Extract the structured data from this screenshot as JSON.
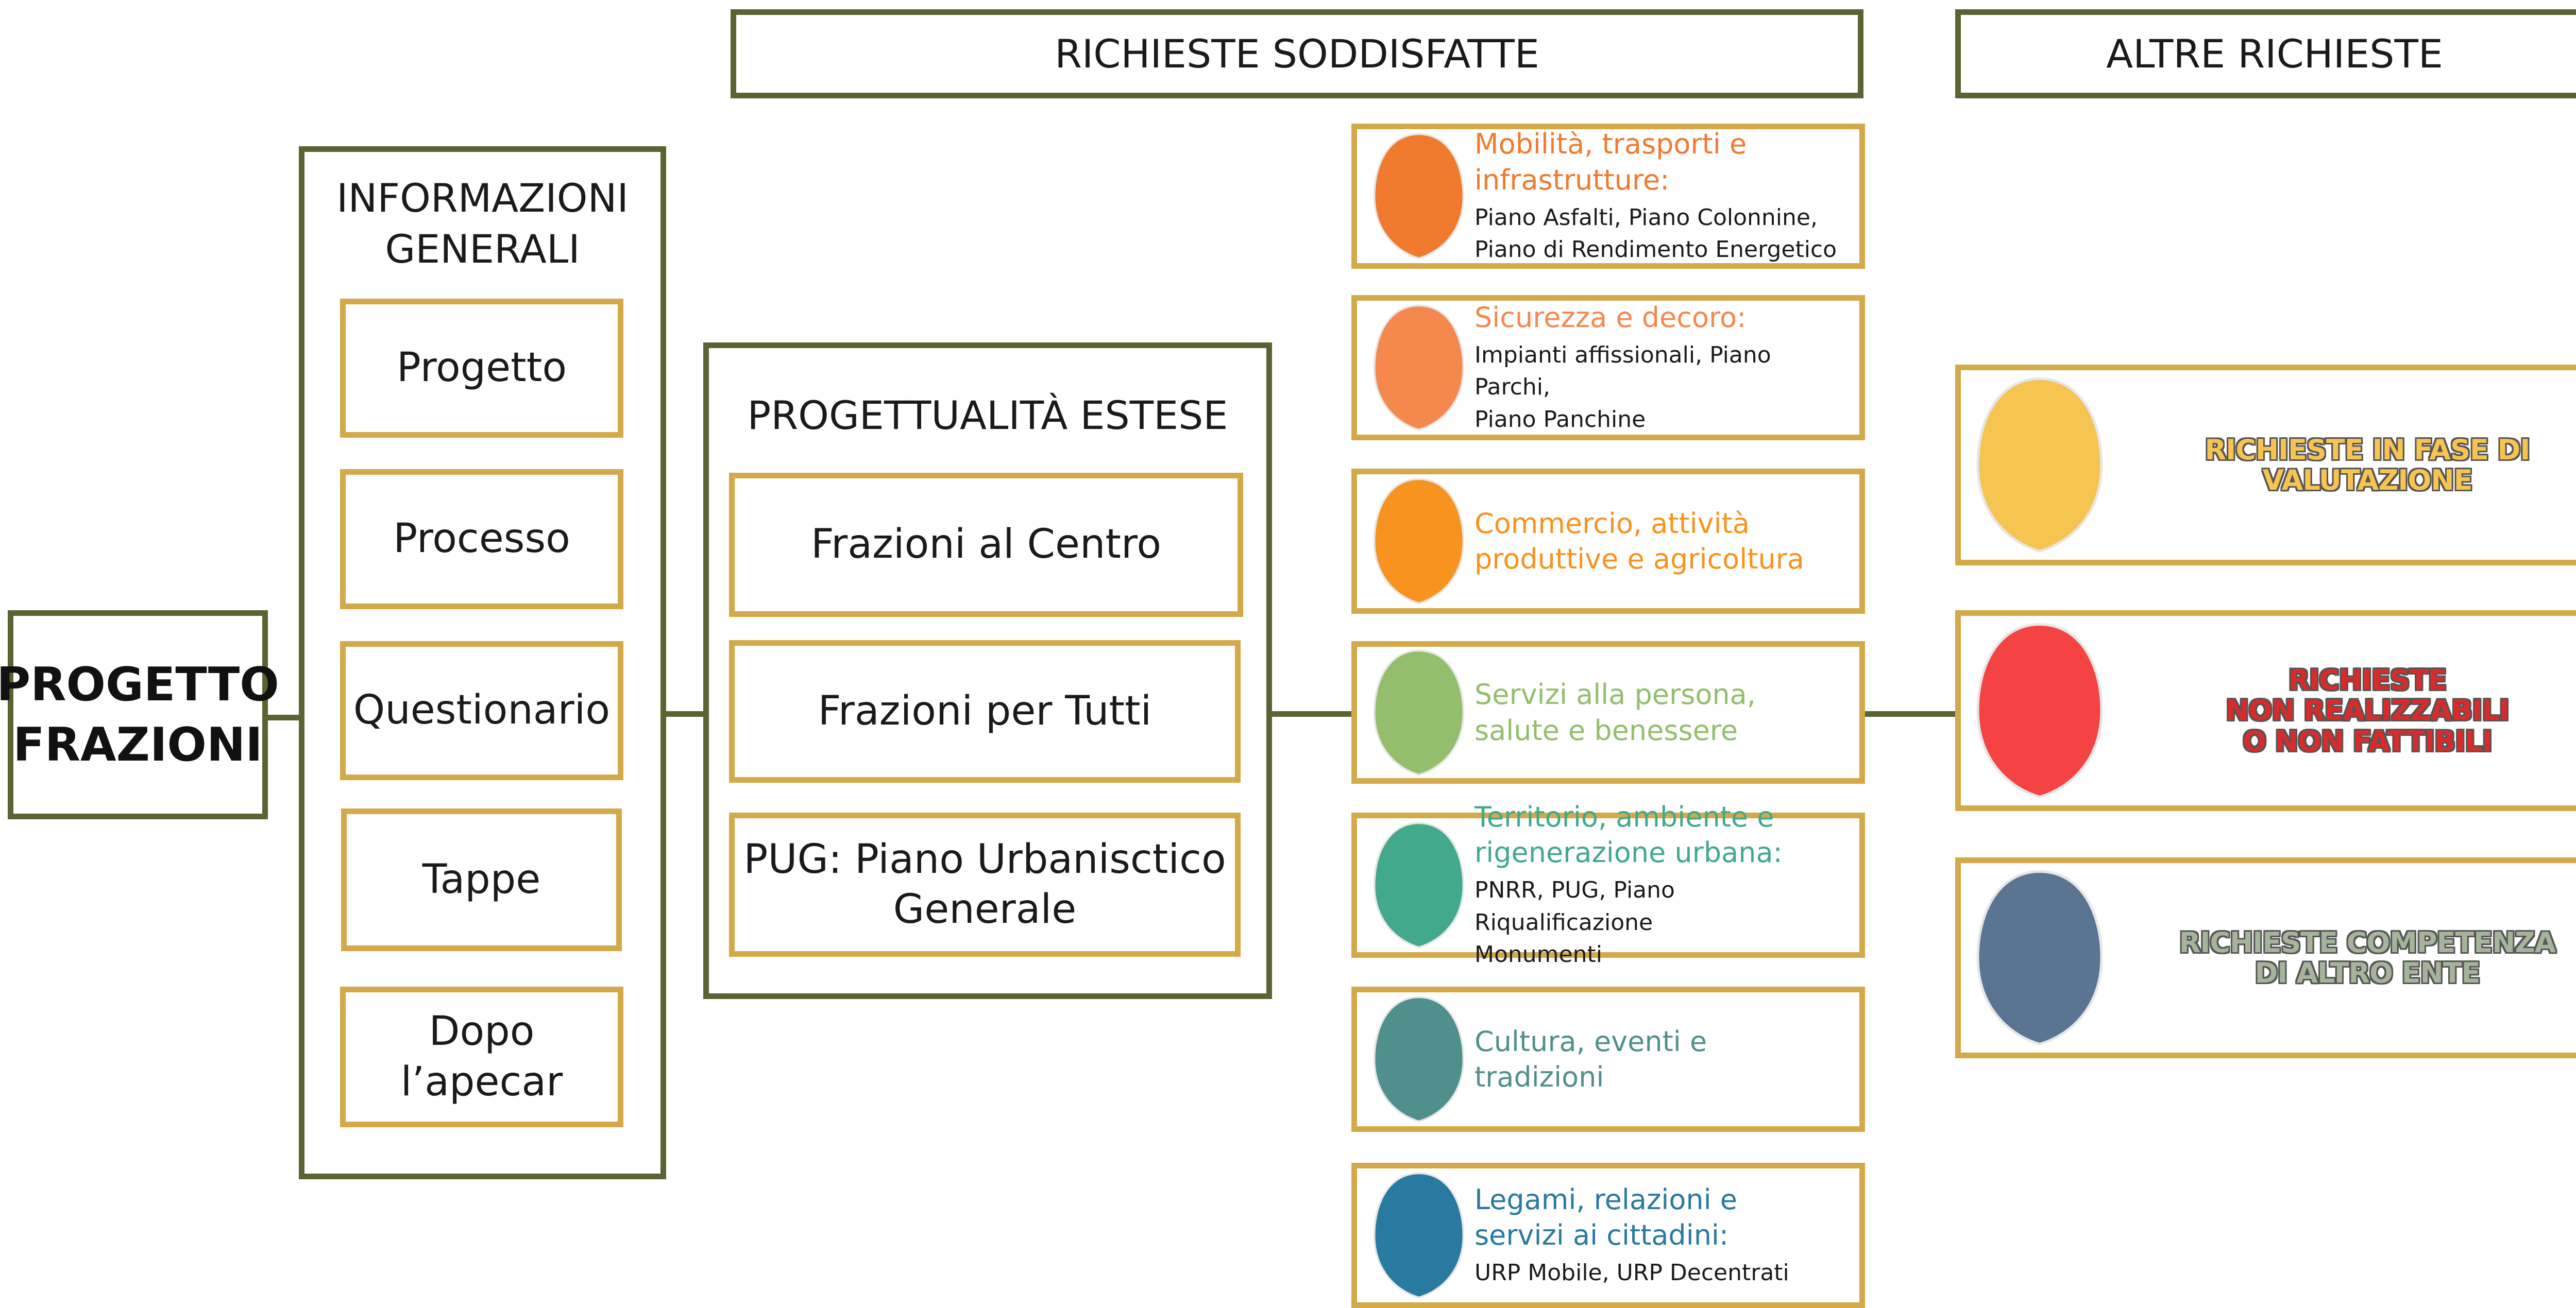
{
  "root": {
    "label": "PROGETTO\nFRAZIONI"
  },
  "info_panel": {
    "title": "INFORMAZIONI\nGENERALI",
    "items": [
      "Progetto",
      "Processo",
      "Questionario",
      "Tappe",
      "Dopo\nl’apecar"
    ]
  },
  "projects_panel": {
    "title": "PROGETTUALITÀ ESTESE",
    "items": [
      "Frazioni al Centro",
      "Frazioni per Tutti",
      "PUG: Piano Urbanisctico\nGenerale"
    ]
  },
  "satisfied": {
    "header": "RICHIESTE SODDISFATTE",
    "categories": [
      {
        "title": "Mobilità, trasporti e\ninfrastrutture:",
        "details": "Piano Asfalti, Piano Colonnine,\nPiano di Rendimento Energetico",
        "color": "#f07a2e"
      },
      {
        "title": "Sicurezza e decoro:",
        "details": "Impianti affissionali, Piano Parchi,\nPiano Panchine",
        "color": "#f5884d"
      },
      {
        "title": "Commercio, attività\nproduttive e agricoltura",
        "details": "",
        "color": "#f7931e"
      },
      {
        "title": "Servizi alla persona,\nsalute e benessere",
        "details": "",
        "color": "#93be6b"
      },
      {
        "title": "Territorio, ambiente e\nrigenerazione urbana:",
        "details": "PNRR, PUG, Piano Riqualificazione\nMonumenti",
        "color": "#42a98d"
      },
      {
        "title": "Cultura, eventi e tradizioni",
        "details": "",
        "color": "#4f908c"
      },
      {
        "title": "Legami, relazioni e\nservizi ai cittadini:",
        "details": "URP Mobile, URP Decentrati",
        "color": "#287aa0"
      }
    ]
  },
  "other": {
    "header": "ALTRE RICHIESTE",
    "items": [
      {
        "label": "RICHIESTE IN FASE DI\nVALUTAZIONE",
        "color": "#f6c450",
        "text_color": "#f6c450"
      },
      {
        "label": "RICHIESTE\nNON REALIZZABILI\nO NON FATTIBILI",
        "color": "#f54343",
        "text_color": "#d92b2b"
      },
      {
        "label": "RICHIESTE COMPETENZA\nDI ALTRO ENTE",
        "color": "#5a7591",
        "text_color": "#a5b49a"
      }
    ]
  }
}
